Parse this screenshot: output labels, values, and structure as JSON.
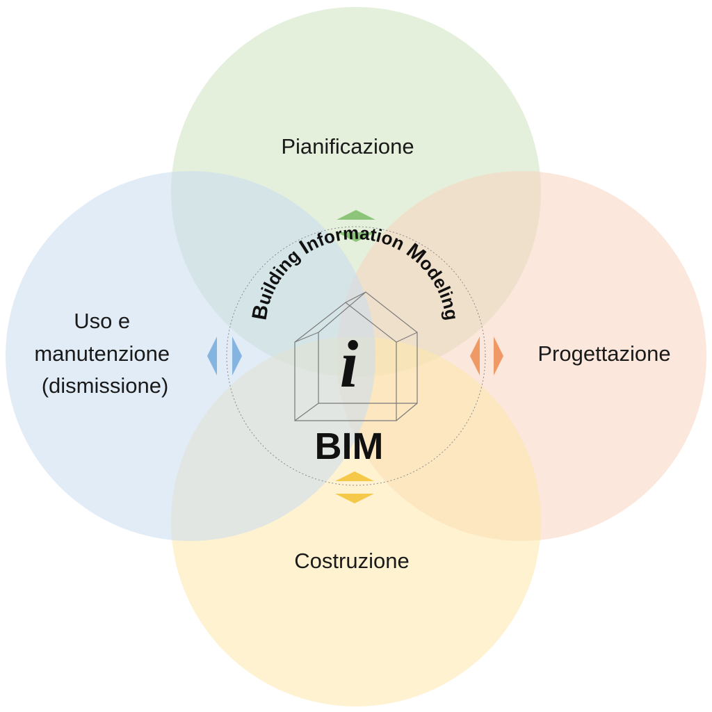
{
  "phases": {
    "top": {
      "label": "Pianificazione",
      "color": "#cfe4bf",
      "arrow_color": "#8cc47a"
    },
    "right": {
      "label": "Progettazione",
      "color": "#f7d3bd",
      "arrow_color": "#ef9a66"
    },
    "bottom": {
      "label": "Costruzione",
      "color": "#fde7a9",
      "arrow_color": "#f6c84a"
    },
    "left": {
      "label_lines": [
        "Uso e",
        "manutenzione",
        "(dismissione)"
      ],
      "color": "#c9dcf0",
      "arrow_color": "#86b4e0"
    }
  },
  "center": {
    "arc_words": [
      {
        "initial": "B",
        "rest": "uilding "
      },
      {
        "initial": "I",
        "rest": "nformation "
      },
      {
        "initial": "M",
        "rest": "odeling"
      }
    ],
    "glyph": "i",
    "title": "BIM",
    "icon": "house-wireframe-icon"
  }
}
